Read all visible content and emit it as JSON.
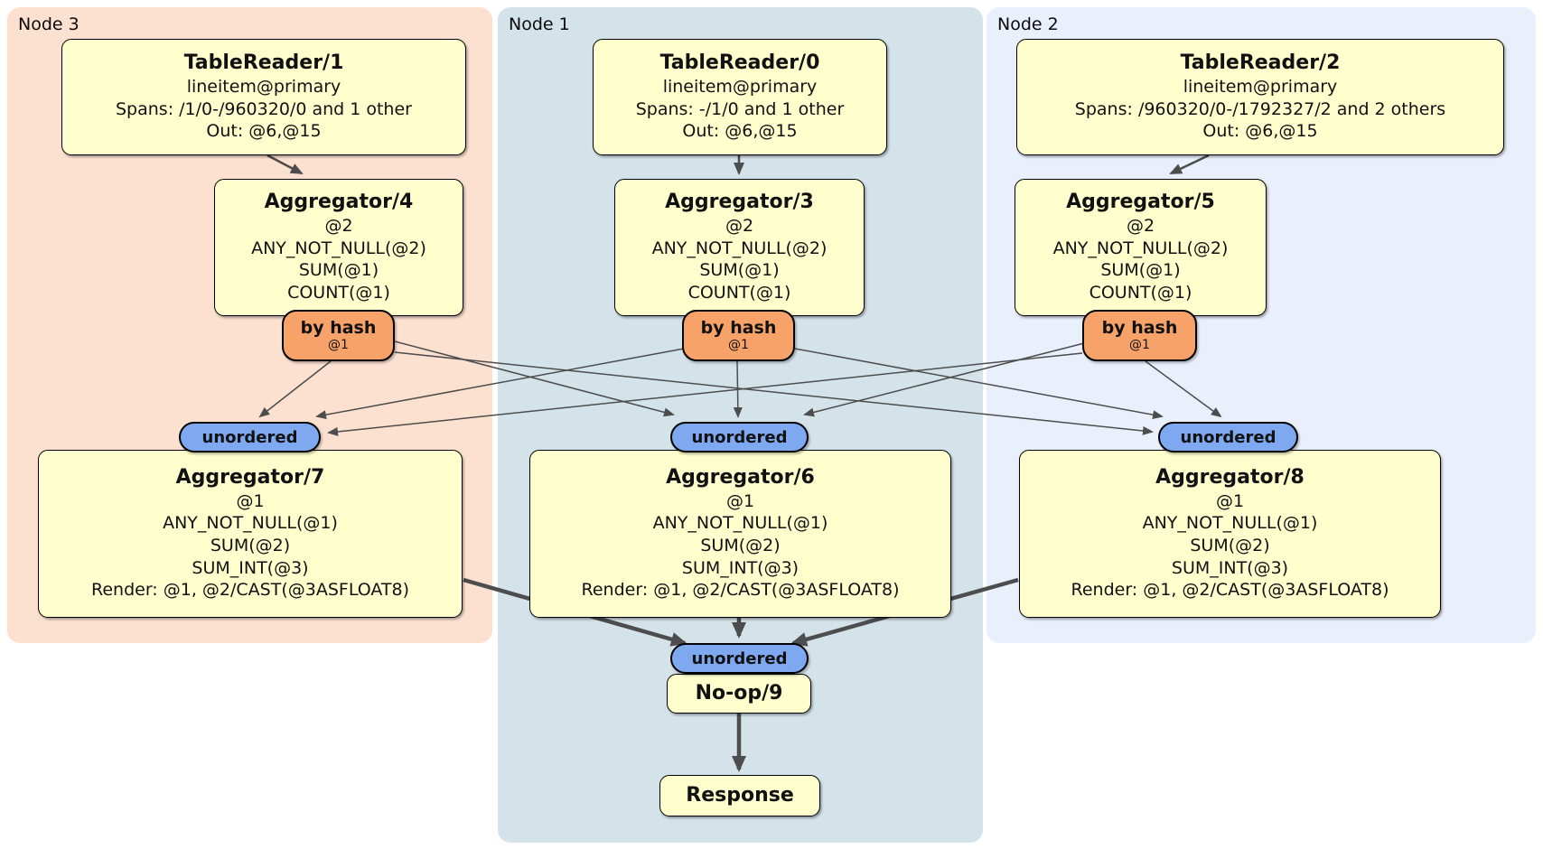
{
  "colors": {
    "canvas-bg": "#ffffff",
    "node3-bg": "#fce0d0",
    "node1-bg": "#d4e2ea",
    "node2-bg": "#e9effb",
    "box-fill": "#ffffce",
    "router-fill": "#f6a269",
    "sync-fill": "#7ea8f0",
    "edge-color": "#4d4d4d",
    "border-color": "#000000"
  },
  "panels": {
    "node3": {
      "label": "Node 3"
    },
    "node1": {
      "label": "Node 1"
    },
    "node2": {
      "label": "Node 2"
    }
  },
  "processors": {
    "tablereader1": {
      "title": "TableReader/1",
      "lines": [
        "lineitem@primary",
        "Spans: /1/0-/960320/0 and 1 other",
        "Out: @6,@15"
      ]
    },
    "tablereader0": {
      "title": "TableReader/0",
      "lines": [
        "lineitem@primary",
        "Spans: -/1/0 and 1 other",
        "Out: @6,@15"
      ]
    },
    "tablereader2": {
      "title": "TableReader/2",
      "lines": [
        "lineitem@primary",
        "Spans: /960320/0-/1792327/2 and 2 others",
        "Out: @6,@15"
      ]
    },
    "aggregator4": {
      "title": "Aggregator/4",
      "lines": [
        "@2",
        "ANY_NOT_NULL(@2)",
        "SUM(@1)",
        "COUNT(@1)"
      ]
    },
    "aggregator3": {
      "title": "Aggregator/3",
      "lines": [
        "@2",
        "ANY_NOT_NULL(@2)",
        "SUM(@1)",
        "COUNT(@1)"
      ]
    },
    "aggregator5": {
      "title": "Aggregator/5",
      "lines": [
        "@2",
        "ANY_NOT_NULL(@2)",
        "SUM(@1)",
        "COUNT(@1)"
      ]
    },
    "aggregator7": {
      "title": "Aggregator/7",
      "lines": [
        "@1",
        "ANY_NOT_NULL(@1)",
        "SUM(@2)",
        "SUM_INT(@3)",
        "Render: @1, @2/CAST(@3ASFLOAT8)"
      ]
    },
    "aggregator6": {
      "title": "Aggregator/6",
      "lines": [
        "@1",
        "ANY_NOT_NULL(@1)",
        "SUM(@2)",
        "SUM_INT(@3)",
        "Render: @1, @2/CAST(@3ASFLOAT8)"
      ]
    },
    "aggregator8": {
      "title": "Aggregator/8",
      "lines": [
        "@1",
        "ANY_NOT_NULL(@1)",
        "SUM(@2)",
        "SUM_INT(@3)",
        "Render: @1, @2/CAST(@3ASFLOAT8)"
      ]
    },
    "noop9": {
      "title": "No-op/9"
    },
    "response": {
      "title": "Response"
    }
  },
  "routers": {
    "byhash4": {
      "label": "by hash",
      "detail": "@1"
    },
    "byhash3": {
      "label": "by hash",
      "detail": "@1"
    },
    "byhash5": {
      "label": "by hash",
      "detail": "@1"
    }
  },
  "synchronizers": {
    "unordered_left": {
      "label": "unordered"
    },
    "unordered_mid": {
      "label": "unordered"
    },
    "unordered_right": {
      "label": "unordered"
    },
    "unordered_final": {
      "label": "unordered"
    }
  }
}
